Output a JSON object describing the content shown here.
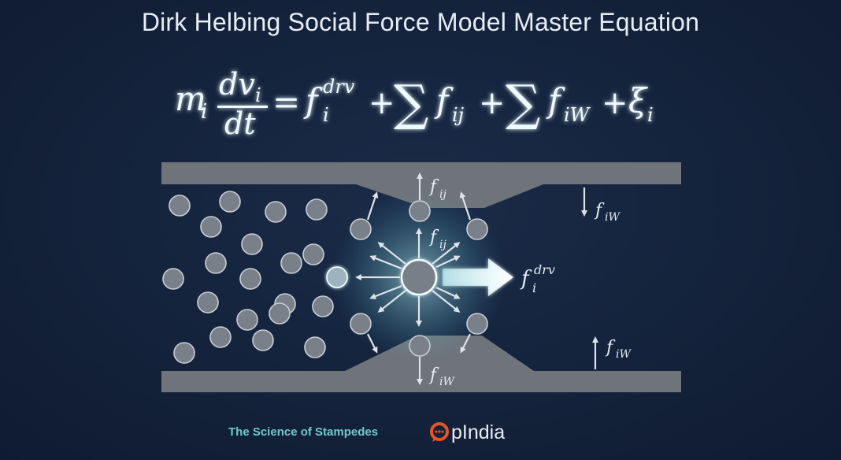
{
  "title": "Dirk Helbing Social Force Model Master Equation",
  "equation": {
    "lhs_mass": "m",
    "lhs_mass_sub": "i",
    "lhs_num": "dv",
    "lhs_num_sub": "i",
    "lhs_den": "dt",
    "equals": "=",
    "term1": "f",
    "term1_sub": "i",
    "term1_sup": "drv",
    "plus": "+",
    "sum": "∑",
    "term2": "f",
    "term2_sub": "ij",
    "term3": "f",
    "term3_sub": "iW",
    "term4": "ξ",
    "term4_sub": "i"
  },
  "diagram": {
    "labels": {
      "f_ij_top": {
        "base": "f",
        "sub": "ij"
      },
      "f_ij_mid": {
        "base": "f",
        "sub": "ij"
      },
      "f_iW_right_top": {
        "base": "f",
        "sub": "iW"
      },
      "f_iW_right_bottom": {
        "base": "f",
        "sub": "iW"
      },
      "f_iW_bottom": {
        "base": "f",
        "sub": "iW"
      },
      "f_drv": {
        "base": "f",
        "sub": "i",
        "sup": "drv"
      }
    },
    "colors": {
      "wall": "#6f737a",
      "particle_fill": "#7a8089",
      "particle_stroke": "#c9ced6",
      "arrow": "#dfe3e8",
      "focal_glow": "#bff4f8",
      "drv_arrow": "#f2fbff"
    }
  },
  "footer": {
    "caption": "The Science of Stampedes",
    "brand": "pIndia",
    "brand_icon": "opindia-speech-icon",
    "brand_color": "#e2562a"
  }
}
